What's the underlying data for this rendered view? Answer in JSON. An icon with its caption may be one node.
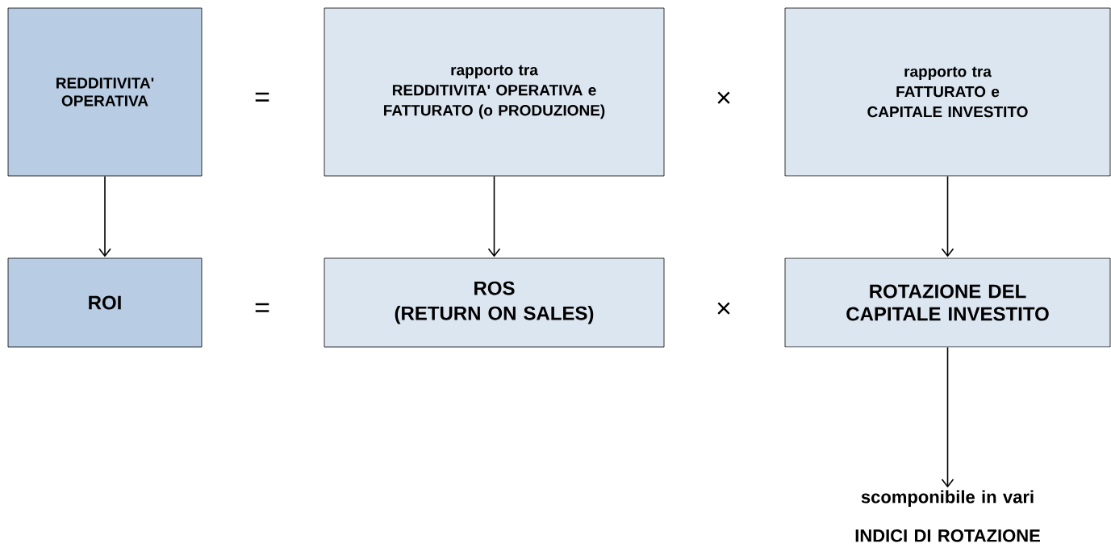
{
  "diagram": {
    "nodes": [
      {
        "text": [
          "REDDITIVITA' OPERATIVA"
        ]
      },
      {
        "text": [
          "rapporto tra",
          "REDDITIVITA'  OPERATIVA e",
          "FATTURATO  (o PRODUZIONE)"
        ]
      },
      {
        "text": [
          "rapporto tra",
          "FATTURATO e",
          "CAPITALE INVESTITO"
        ]
      },
      {
        "text": [
          "ROI"
        ]
      },
      {
        "text": [
          "ROS",
          "(RETURN ON SALES)"
        ]
      },
      {
        "text": [
          "ROTAZIONE DEL CAPITALE INVESTITO"
        ]
      },
      {
        "text": [
          "scomponibile in vari",
          "INDICI DI ROTAZIONE"
        ]
      }
    ],
    "edges": [
      {
        "from": 0,
        "to": 3,
        "arrow": "to"
      },
      {
        "from": 1,
        "to": 4,
        "arrow": "to"
      },
      {
        "from": 2,
        "to": 5,
        "arrow": "to"
      },
      {
        "from": 5,
        "to": 6,
        "arrow": "to"
      }
    ],
    "labels": [
      "=",
      "×",
      "=",
      "×"
    ]
  }
}
